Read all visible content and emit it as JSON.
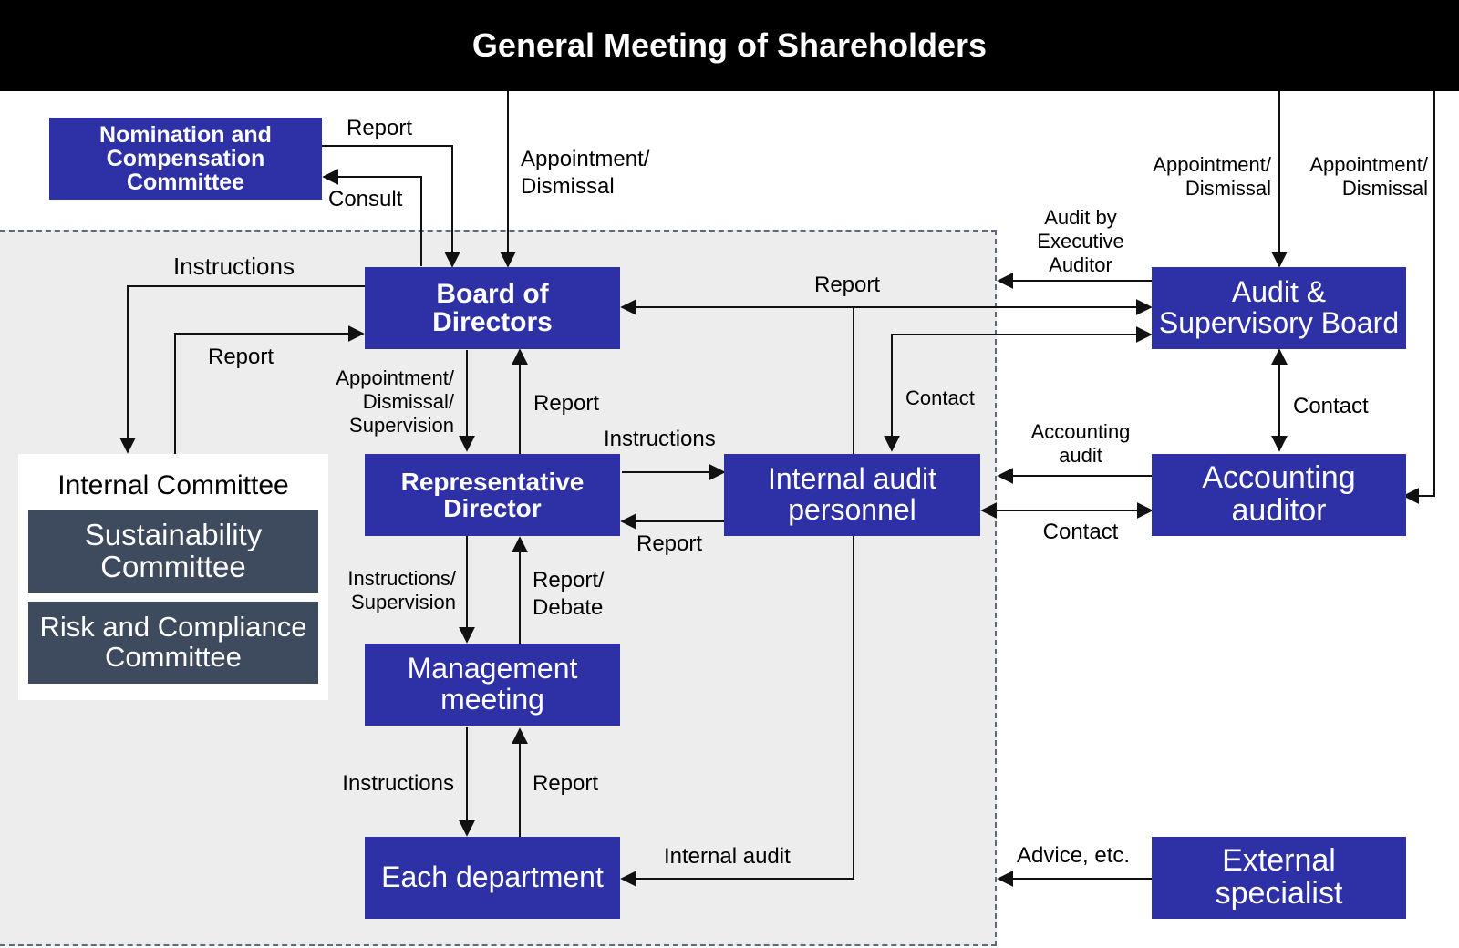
{
  "header": {
    "title": "General Meeting of Shareholders"
  },
  "boxes": {
    "nomination": "Nomination and\nCompensation\nCommittee",
    "board": "Board of\nDirectors",
    "representative": "Representative\nDirector",
    "management": "Management\nmeeting",
    "department": "Each department",
    "internal_audit": "Internal audit\npersonnel",
    "audit_board": "Audit &\nSupervisory Board",
    "accounting": "Accounting\nauditor",
    "external": "External\nspecialist"
  },
  "internal_committee": {
    "title": "Internal Committee",
    "sustainability": "Sustainability\nCommittee",
    "risk": "Risk and Compliance\nCommittee"
  },
  "labels": {
    "report_nom": "Report",
    "consult": "Consult",
    "appt_board": "Appointment/\nDismissal",
    "appt_asb": "Appointment/\nDismissal",
    "appt_acc": "Appointment/\nDismissal",
    "audit_exec": "Audit by\nExecutive\nAuditor",
    "instructions_ic": "Instructions",
    "report_ic": "Report",
    "report_board_asb": "Report",
    "appt_rep": "Appointment/\nDismissal/\nSupervision",
    "report_rep_board": "Report",
    "contact_iap": "Contact",
    "contact_asb_acc": "Contact",
    "instructions_rep_iap": "Instructions",
    "report_iap_rep": "Report",
    "accounting_audit": "Accounting\naudit",
    "contact_iap_acc": "Contact",
    "instr_supervision": "Instructions/\nSupervision",
    "report_debate": "Report/\nDebate",
    "instructions_dept": "Instructions",
    "report_dept": "Report",
    "internal_audit_lbl": "Internal audit",
    "advice": "Advice, etc."
  },
  "colors": {
    "box": "#2e30a6",
    "committee": "#3e4a5e",
    "zone": "#ededed",
    "header": "#000000"
  }
}
